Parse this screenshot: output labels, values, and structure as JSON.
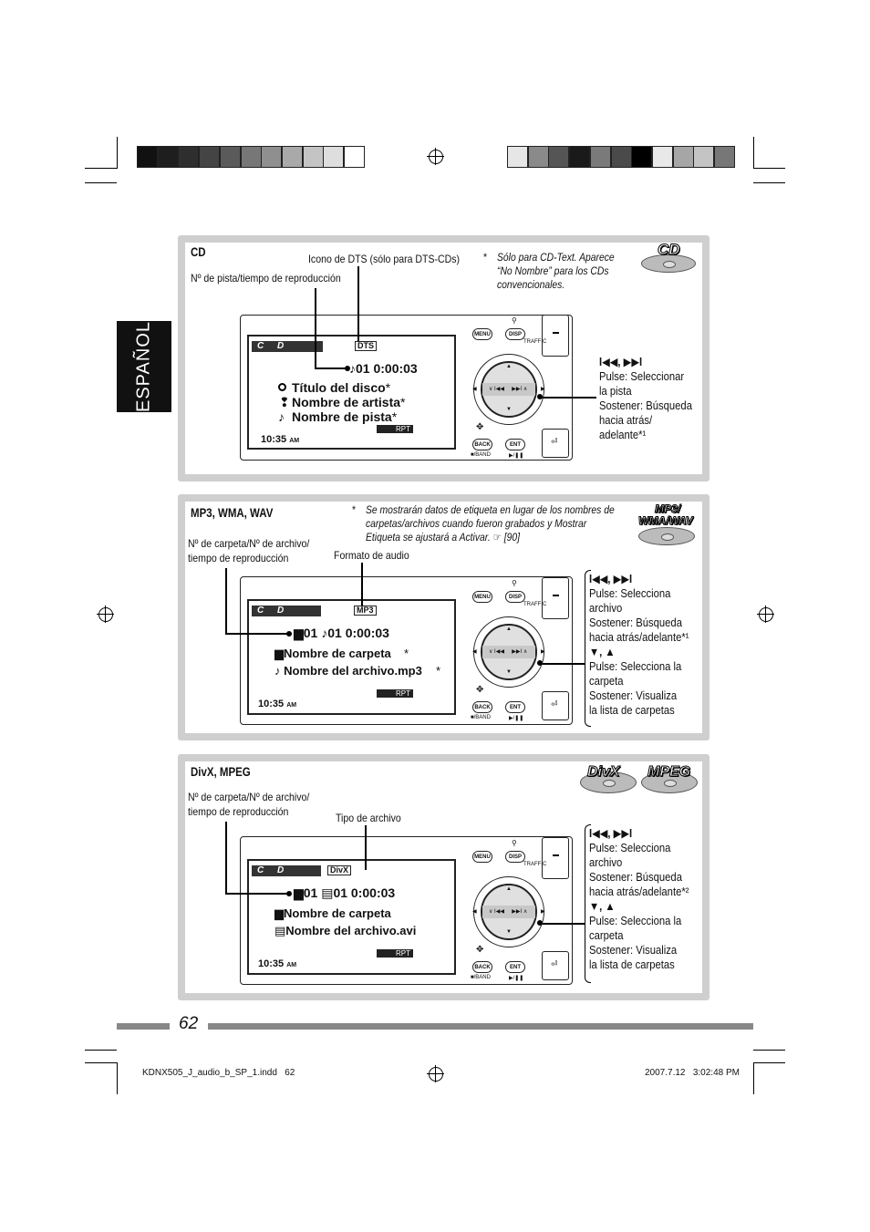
{
  "language_tab": "ESPAÑOL",
  "swatches_left": [
    "#111111",
    "#1e1e1e",
    "#2e2e2e",
    "#444444",
    "#5a5a5a",
    "#777777",
    "#8f8f8f",
    "#a9a9a9",
    "#c4c4c4",
    "#dedede",
    "#ffffff"
  ],
  "swatches_right": [
    "#e6e6e6",
    "#8a8a8a",
    "#555555",
    "#1a1a1a",
    "#7a7a7a",
    "#4a4a4a",
    "#000000",
    "#e8e8e8",
    "#a6a6a6",
    "#c4c4c4",
    "#777777"
  ],
  "sections": {
    "cd": {
      "title": "CD",
      "logo": "CD",
      "label_dts_icon": "Icono de DTS (sólo para DTS-CDs)",
      "label_track_time": "Nº de pista/tiempo de reproducción",
      "note_marker": "*",
      "note_lines": [
        "Sólo para CD-Text. Aparece",
        "“No Nombre” para los CDs",
        "convencionales."
      ],
      "screen": {
        "bar": "C D",
        "tag": "DTS",
        "track_line": "♪01   0:00:03",
        "disc_title": "Título del disco",
        "artist": "Nombre de artista",
        "track_name": "Nombre de pista",
        "star": "*",
        "clock": "10:35",
        "ampm": "AM",
        "rpt": "RPT"
      },
      "side_lines": [
        "I◀◀, ▶▶I",
        "Pulse: Seleccionar",
        "la pista",
        "Sostener: Búsqueda",
        "hacia atrás/",
        "adelante*¹"
      ]
    },
    "mp3": {
      "title": "MP3, WMA, WAV",
      "logo_line1": "MP3/",
      "logo_line2": "WMA/WAV",
      "label_folder_file": [
        "Nº de carpeta/Nº de archivo/",
        "tiempo de reproducción"
      ],
      "label_audio_format": "Formato de audio",
      "note_marker": "*",
      "note_lines": [
        "Se mostrarán datos de etiqueta en lugar de los nombres de",
        "carpetas/archivos cuando fueron grabados y Mostrar",
        "Etiqueta se ajustará a Activar. ☞ [90]"
      ],
      "screen": {
        "bar": "C D",
        "tag": "MP3",
        "track_line": "▆01      ♪01   0:00:03",
        "folder_name": "▆Nombre de carpeta",
        "file_name": "♪ Nombre del archivo.mp3",
        "star": "*",
        "clock": "10:35",
        "ampm": "AM",
        "rpt": "RPT"
      },
      "side_lines": [
        "I◀◀, ▶▶I",
        "Pulse: Selecciona",
        "archivo",
        "Sostener: Búsqueda",
        "hacia atrás/adelante*¹",
        "▼, ▲",
        "Pulse: Selecciona la",
        "carpeta",
        "Sostener: Visualiza",
        "la lista de carpetas"
      ]
    },
    "divx": {
      "title": "DivX, MPEG",
      "logo_divx": "DivX",
      "logo_mpeg": "MPEG",
      "label_folder_file": [
        "Nº de carpeta/Nº de archivo/",
        "tiempo de reproducción"
      ],
      "label_file_type": "Tipo de archivo",
      "screen": {
        "bar": "C D",
        "tag": "DivX",
        "track_line": "▆01      ▤01   0:00:03",
        "folder_name": "▆Nombre de carpeta",
        "file_name": "▤Nombre del archivo.avi",
        "clock": "10:35",
        "ampm": "AM",
        "rpt": "RPT"
      },
      "side_lines": [
        "I◀◀, ▶▶I",
        "Pulse: Selecciona",
        "archivo",
        "Sostener: Búsqueda",
        "hacia atrás/adelante*²",
        "▼, ▲",
        "Pulse: Selecciona la",
        "carpeta",
        "Sostener: Visualiza",
        "la lista de carpetas"
      ]
    }
  },
  "controls": {
    "menu": "MENU",
    "disp": "DISP",
    "traffic": "TRAFFIC",
    "back": "BACK",
    "ent": "ENT",
    "band": "■/BAND",
    "play": "▶/❚❚"
  },
  "page_number": "62",
  "footer_left": "KDNX505_J_audio_b_SP_1.indd   62",
  "footer_right": "2007.7.12   3:02:48 PM"
}
